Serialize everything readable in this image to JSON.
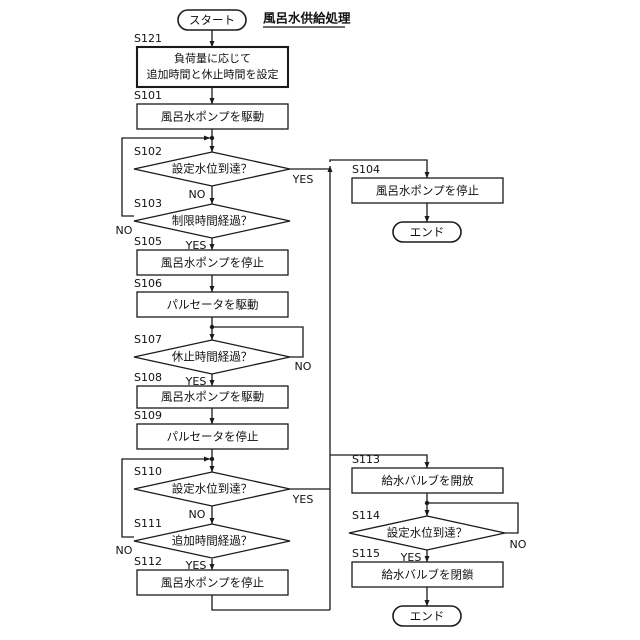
{
  "diagram": {
    "title": "風呂水供給処理",
    "terminators": {
      "start": "スタート",
      "end_a": "エンド",
      "end_b": "エンド"
    },
    "steps": [
      {
        "id": "S121",
        "label": "S121",
        "kind": "process-bold",
        "text_line1": "負荷量に応じて",
        "text_line2": "追加時間と休止時間を設定"
      },
      {
        "id": "S101",
        "label": "S101",
        "kind": "process",
        "text": "風呂水ポンプを駆動"
      },
      {
        "id": "S102",
        "label": "S102",
        "kind": "decision",
        "text": "設定水位到達？",
        "yes": "YES",
        "no": "NO"
      },
      {
        "id": "S103",
        "label": "S103",
        "kind": "decision",
        "text": "制限時間経過？",
        "yes": "YES",
        "no": "NO"
      },
      {
        "id": "S104",
        "label": "S104",
        "kind": "process",
        "text": "風呂水ポンプを停止"
      },
      {
        "id": "S105",
        "label": "S105",
        "kind": "process",
        "text": "風呂水ポンプを停止"
      },
      {
        "id": "S106",
        "label": "S106",
        "kind": "process",
        "text": "パルセータを駆動"
      },
      {
        "id": "S107",
        "label": "S107",
        "kind": "decision",
        "text": "休止時間経過？",
        "yes": "YES",
        "no": "NO"
      },
      {
        "id": "S108",
        "label": "S108",
        "kind": "process",
        "text": "風呂水ポンプを駆動"
      },
      {
        "id": "S109",
        "label": "S109",
        "kind": "process",
        "text": "パルセータを停止"
      },
      {
        "id": "S110",
        "label": "S110",
        "kind": "decision",
        "text": "設定水位到達？",
        "yes": "YES",
        "no": "NO"
      },
      {
        "id": "S111",
        "label": "S111",
        "kind": "decision",
        "text": "追加時間経過？",
        "yes": "YES",
        "no": "NO"
      },
      {
        "id": "S112",
        "label": "S112",
        "kind": "process",
        "text": "風呂水ポンプを停止"
      },
      {
        "id": "S113",
        "label": "S113",
        "kind": "process",
        "text": "給水バルブを開放"
      },
      {
        "id": "S114",
        "label": "S114",
        "kind": "decision",
        "text": "設定水位到達？",
        "yes": "YES",
        "no": "NO"
      },
      {
        "id": "S115",
        "label": "S115",
        "kind": "process",
        "text": "給水バルブを閉鎖"
      }
    ],
    "branch_labels": {
      "s102_no": "NO",
      "s102_yes": "YES",
      "s103_no": "NO",
      "s103_yes": "YES",
      "s107_no": "NO",
      "s107_yes": "YES",
      "s110_no": "NO",
      "s110_yes": "YES",
      "s111_no": "NO",
      "s111_yes": "YES",
      "s114_no": "NO",
      "s114_yes": "YES"
    },
    "colors": {
      "stroke": "#1a1a1a",
      "fill": "#ffffff",
      "text": "#111111"
    }
  }
}
